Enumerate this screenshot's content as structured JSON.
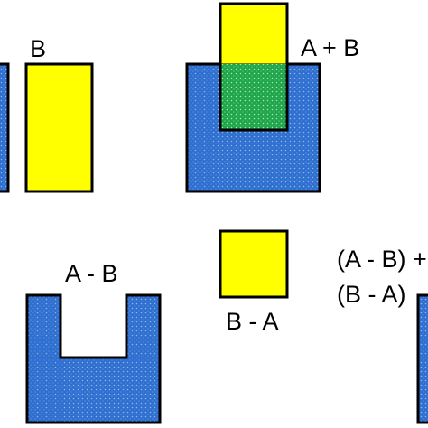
{
  "labels": {
    "b": "B",
    "a_plus_b": "A + B",
    "a_minus_b": "A - B",
    "b_minus_a": "B - A",
    "sym_diff_line1": "(A - B) +",
    "sym_diff_line2": "(B - A)"
  },
  "colors": {
    "set_a_fill": "#2e6fcf",
    "set_a_dots": "#8fb7ee",
    "set_b_fill": "#ffff00",
    "intersection_fill": "#1fa64a",
    "intersection_dots": "#a9e3b8",
    "outline": "#000000",
    "background": "#ffffff"
  }
}
